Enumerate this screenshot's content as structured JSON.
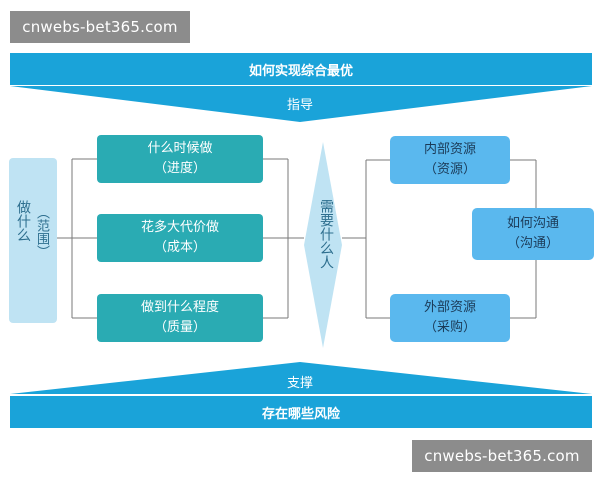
{
  "watermark": {
    "top": "cnwebs-bet365.com",
    "bottom": "cnwebs-bet365.com"
  },
  "top_bar": {
    "title": "如何实现综合最优",
    "arrow_label": "指导"
  },
  "bottom_bar": {
    "title": "存在哪些风险",
    "arrow_label": "支撑"
  },
  "scope": {
    "main": "做什么",
    "sub": "（范围）"
  },
  "tasks": [
    {
      "title": "什么时候做",
      "sub": "（进度）"
    },
    {
      "title": "花多大代价做",
      "sub": "（成本）"
    },
    {
      "title": "做到什么程度",
      "sub": "（质量）"
    }
  ],
  "center": {
    "text": "需要什么人"
  },
  "resources": [
    {
      "title": "内部资源",
      "sub": "（资源）"
    },
    {
      "title": "外部资源",
      "sub": "（采购）"
    }
  ],
  "communication": {
    "title": "如何沟通",
    "sub": "（沟通）"
  },
  "colors": {
    "bar_blue": "#1aa3d9",
    "teal": "#2aabb3",
    "light_blue": "#bfe3f3",
    "resource_blue": "#5ab8ee",
    "watermark_gray": "#8c8c8c"
  }
}
